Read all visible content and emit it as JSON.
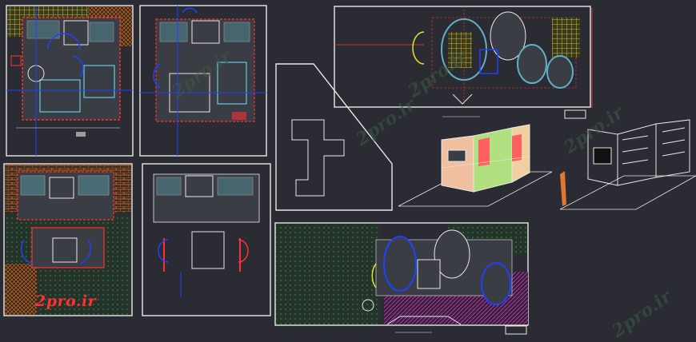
{
  "drawing": {
    "watermark_text": "2pro.ir",
    "colors": {
      "background": "#2b2c33",
      "sheet_border": "#e8e8e8",
      "wall_fill": "#5fb0c0",
      "room_fill": "#3a3d44",
      "red_line": "#ff3030",
      "blue_line": "#2040ff",
      "yellow_hatch": "#e8e030",
      "brick_orange": "#e07830",
      "green_hatch": "#2f8a4a",
      "magenta_hatch": "#c040c0",
      "watermark_green": "#3c5a47"
    }
  },
  "sheets": [
    {
      "id": "plan-1",
      "label": "ground floor plan with yellow hatch"
    },
    {
      "id": "plan-2",
      "label": "first floor plan"
    },
    {
      "id": "plan-3",
      "label": "site plan with brick and green hatch"
    },
    {
      "id": "plan-4",
      "label": "floor plan red walls"
    },
    {
      "id": "roof-plan",
      "label": "roof layout triangle"
    },
    {
      "id": "rotated-plan",
      "label": "colored floor plan rotated"
    },
    {
      "id": "elevation-3d",
      "label": "3d colored elevation"
    },
    {
      "id": "elevation-wire",
      "label": "3d wireframe elevation"
    },
    {
      "id": "landscape-plan",
      "label": "landscape plan green and magenta"
    }
  ]
}
